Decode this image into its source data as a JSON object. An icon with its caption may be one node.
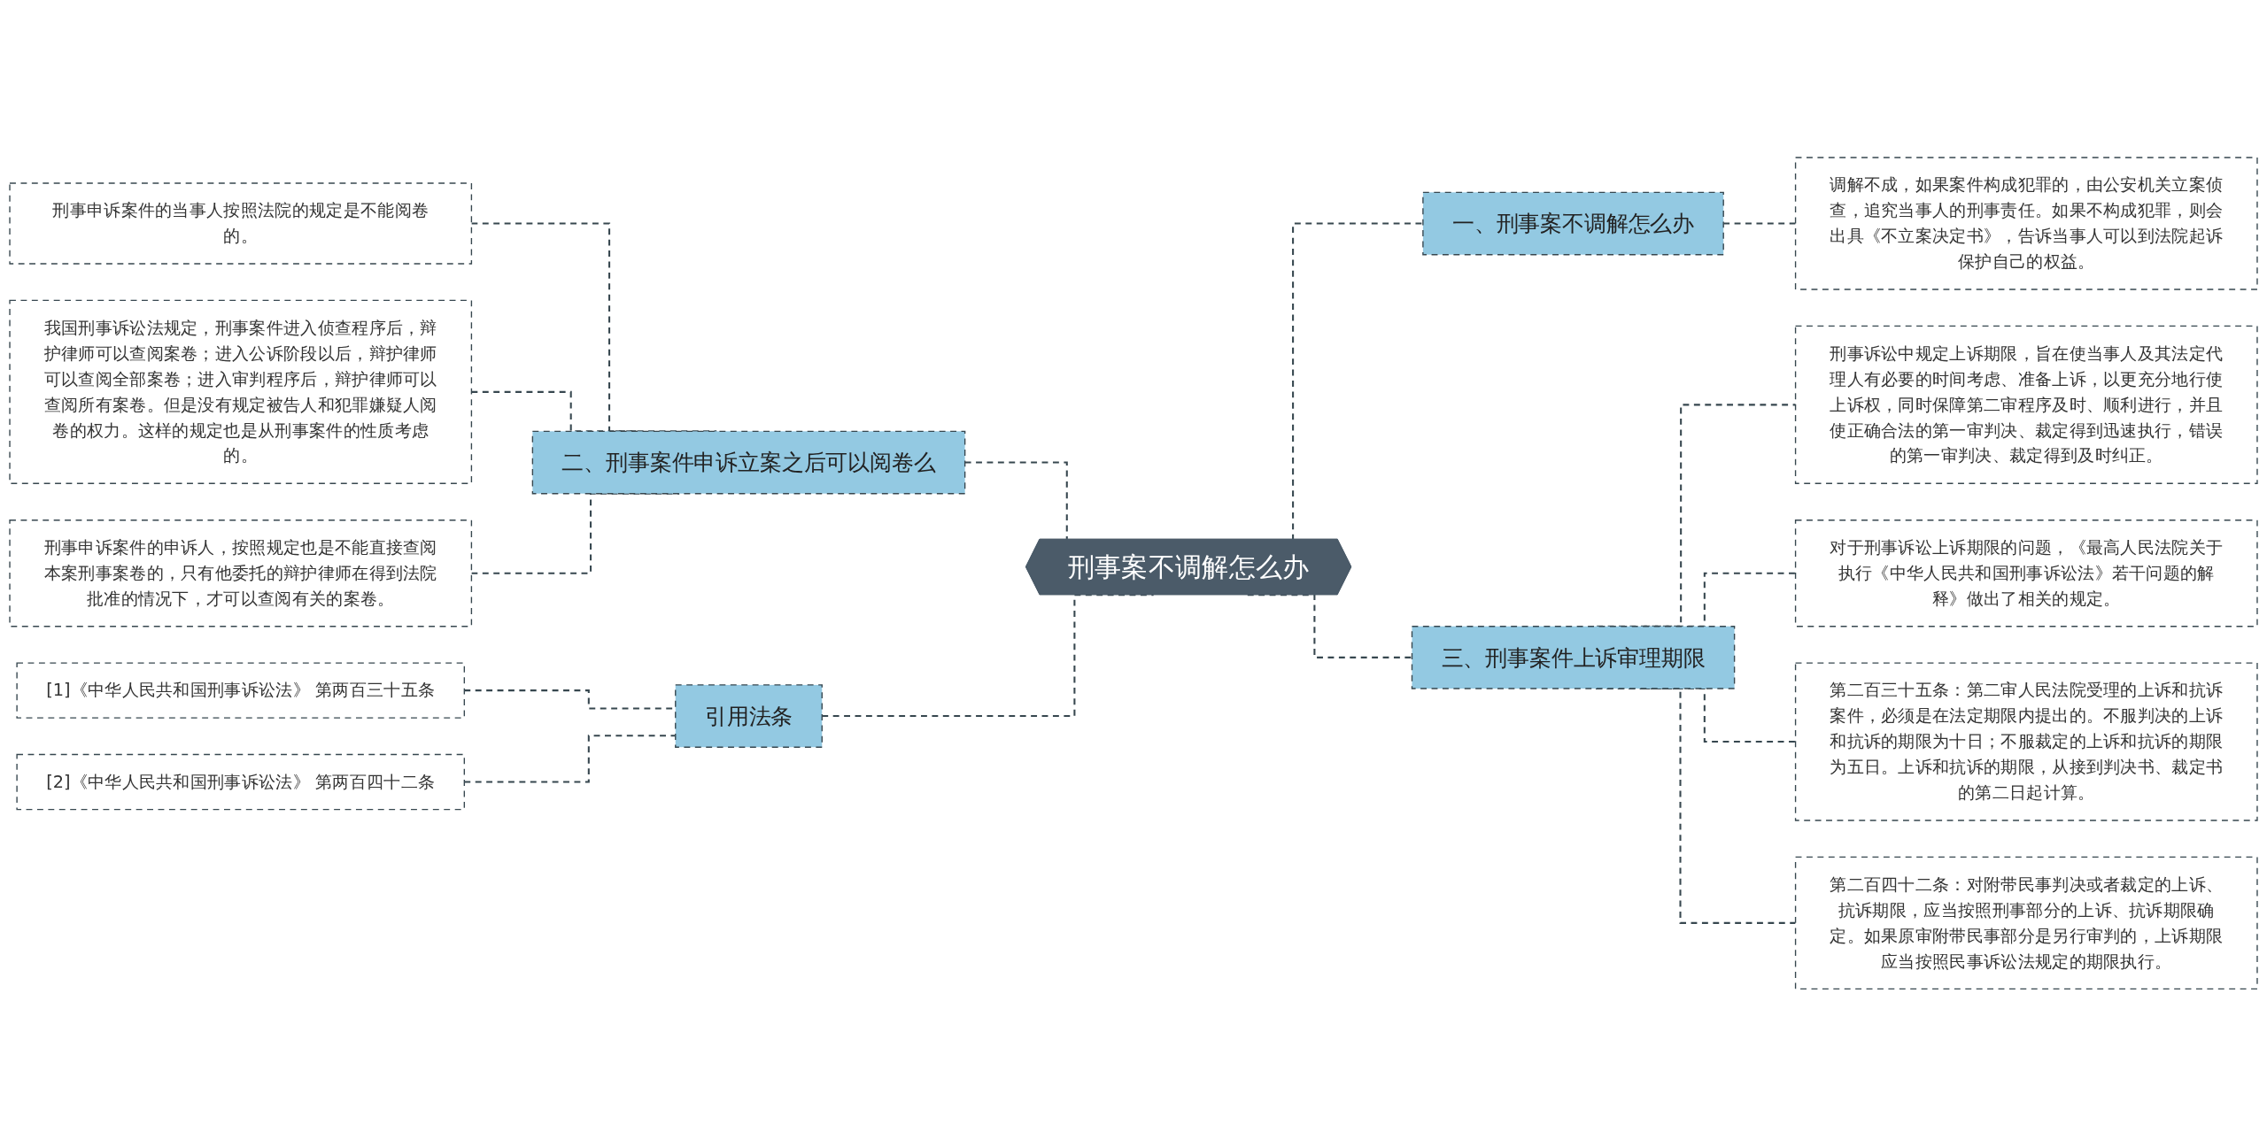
{
  "diagram": {
    "nodes": [
      {
        "text": [
          "刑事案不调解怎么办"
        ]
      },
      {
        "text": [
          "一、刑事案不调解怎么办"
        ]
      },
      {
        "text": [
          "调解不成，如果案件构成犯罪的，由公安机关立案侦查，追究当事人的刑事责任。如果不构成犯罪，则会出具《不立案决定书》，告诉当事人可以到法院起诉保护自己的权益。"
        ]
      },
      {
        "text": [
          "二、刑事案件申诉立案之后可以阅卷么"
        ]
      },
      {
        "text": [
          "刑事申诉案件的当事人按照法院的规定是不能阅卷的。"
        ]
      },
      {
        "text": [
          "我国刑事诉讼法规定，刑事案件进入侦查程序后，辩护律师可以查阅案卷；进入公诉阶段以后，辩护律师可以查阅全部案卷；进入审判程序后，辩护律师可以查阅所有案卷。但是没有规定被告人和犯罪嫌疑人阅卷的权力。这样的规定也是从刑事案件的性质考虑的。"
        ]
      },
      {
        "text": [
          "刑事申诉案件的申诉人，按照规定也是不能直接查阅本案刑事案卷的，只有他委托的辩护律师在得到法院批准的情况下，才可以查阅有关的案卷。"
        ]
      },
      {
        "text": [
          "引用法条"
        ]
      },
      {
        "text": [
          "[1]《中华人民共和国刑事诉讼法》 第两百三十五条"
        ]
      },
      {
        "text": [
          "[2]《中华人民共和国刑事诉讼法》 第两百四十二条"
        ]
      },
      {
        "text": [
          "三、刑事案件上诉审理期限"
        ]
      },
      {
        "text": [
          "刑事诉讼中规定上诉期限，旨在使当事人及其法定代理人有必要的时间考虑、准备上诉，以更充分地行使上诉权，同时保障第二审程序及时、顺利进行，并且使正确合法的第一审判决、裁定得到迅速执行，错误的第一审判决、裁定得到及时纠正。"
        ]
      },
      {
        "text": [
          "对于刑事诉讼上诉期限的问题，《最高人民法院关于执行《中华人民共和国刑事诉讼法》若干问题的解释》做出了相关的规定。"
        ]
      },
      {
        "text": [
          "第二百三十五条：第二审人民法院受理的上诉和抗诉案件，必须是在法定期限内提出的。不服判决的上诉和抗诉的期限为十日；不服裁定的上诉和抗诉的期限为五日。上诉和抗诉的期限，从接到判决书、裁定书的第二日起计算。"
        ]
      },
      {
        "text": [
          "第二百四十二条：对附带民事判决或者裁定的上诉、抗诉期限，应当按照刑事部分的上诉、抗诉期限确定。如果原审附带民事部分是另行审判的，上诉期限应当按照民事诉讼法规定的期限执行。"
        ]
      }
    ],
    "edges": [
      {
        "from": 4,
        "to": 3,
        "arrow": "none",
        "style": "dashed"
      },
      {
        "from": 5,
        "to": 3,
        "arrow": "none",
        "style": "dashed"
      },
      {
        "from": 6,
        "to": 3,
        "arrow": "none",
        "style": "dashed"
      },
      {
        "from": 8,
        "to": 7,
        "arrow": "none",
        "style": "dashed"
      },
      {
        "from": 9,
        "to": 7,
        "arrow": "none",
        "style": "dashed"
      },
      {
        "from": 3,
        "to": 0,
        "arrow": "none",
        "style": "dashed"
      },
      {
        "from": 7,
        "to": 0,
        "arrow": "none",
        "style": "dashed"
      },
      {
        "from": 0,
        "to": 1,
        "arrow": "none",
        "style": "dashed"
      },
      {
        "from": 0,
        "to": 10,
        "arrow": "none",
        "style": "dashed"
      },
      {
        "from": 1,
        "to": 2,
        "arrow": "none",
        "style": "dashed"
      },
      {
        "from": 10,
        "to": 11,
        "arrow": "none",
        "style": "dashed"
      },
      {
        "from": 10,
        "to": 12,
        "arrow": "none",
        "style": "dashed"
      },
      {
        "from": 10,
        "to": 13,
        "arrow": "none",
        "style": "dashed"
      },
      {
        "from": 10,
        "to": 14,
        "arrow": "none",
        "style": "dashed"
      }
    ]
  }
}
